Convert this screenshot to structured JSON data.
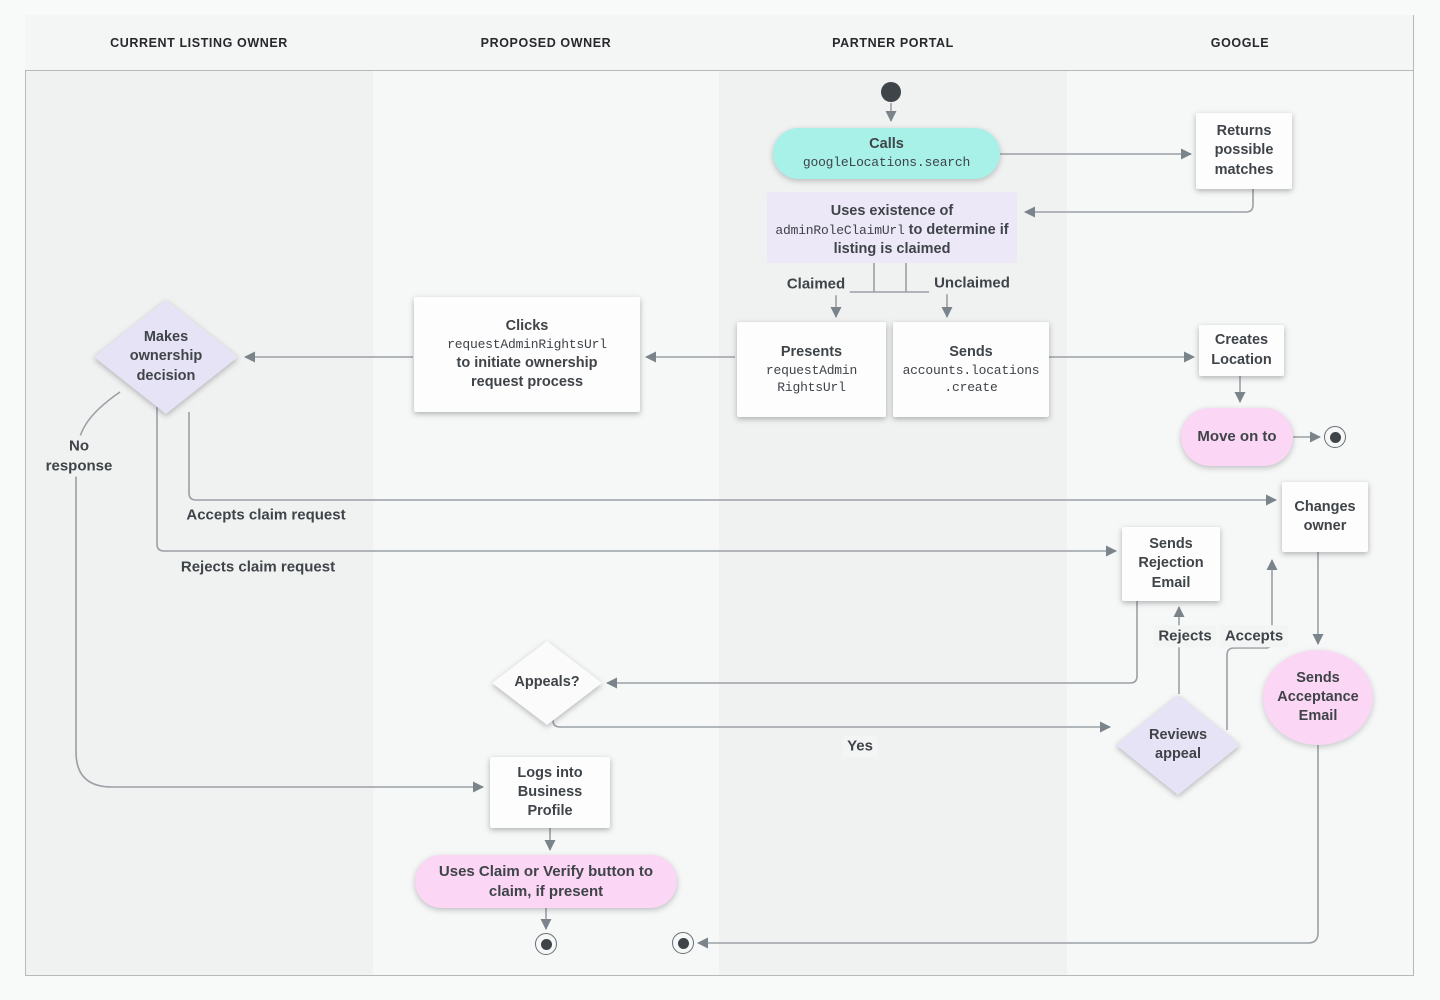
{
  "lanes": [
    {
      "label": "CURRENT LISTING OWNER"
    },
    {
      "label": "PROPOSED OWNER"
    },
    {
      "label": "PARTNER PORTAL"
    },
    {
      "label": "GOOGLE"
    }
  ],
  "nodes": {
    "calls": {
      "title": "Calls",
      "code": "googleLocations.search"
    },
    "returns_matches": {
      "text": "Returns possible matches"
    },
    "uses_existence": {
      "pre": "Uses existence of",
      "code": "adminRoleClaimUrl",
      "post": "to determine if listing is claimed"
    },
    "presents": {
      "title": "Presents",
      "code_lines": [
        "requestAdmin",
        "RightsUrl"
      ]
    },
    "sends_create": {
      "title": "Sends",
      "code_lines": [
        "accounts.locations",
        ".create"
      ]
    },
    "creates_location": {
      "text": "Creates Location"
    },
    "move_on": {
      "text": "Move on to"
    },
    "clicks": {
      "title": "Clicks",
      "code": "requestAdminRightsUrl",
      "post": "to initiate ownership request process"
    },
    "makes_decision": {
      "text": "Makes ownership decision"
    },
    "changes_owner": {
      "text": "Changes owner"
    },
    "rejection_email": {
      "text": "Sends Rejection Email"
    },
    "acceptance_email": {
      "text": "Sends Acceptance Email"
    },
    "reviews_appeal": {
      "text": "Reviews appeal"
    },
    "appeals": {
      "text": "Appeals?"
    },
    "logs_in": {
      "text": "Logs into Business Profile"
    },
    "claim_verify": {
      "text": "Uses Claim or Verify button to claim, if present"
    }
  },
  "edge_labels": {
    "claimed": "Claimed",
    "unclaimed": "Unclaimed",
    "no_response": "No response",
    "accepts_claim": "Accepts claim request",
    "rejects_claim": "Rejects claim request",
    "rejects": "Rejects",
    "accepts": "Accepts",
    "yes": "Yes"
  },
  "colors": {
    "teal": "#a8f1e8",
    "lavender_box": "#ece8f8",
    "lavender_diamond": "#e7e3f6",
    "pink": "#fbd6f5",
    "line": "#9aa0a6",
    "arrow": "#7b848b",
    "text": "#3f4449"
  }
}
